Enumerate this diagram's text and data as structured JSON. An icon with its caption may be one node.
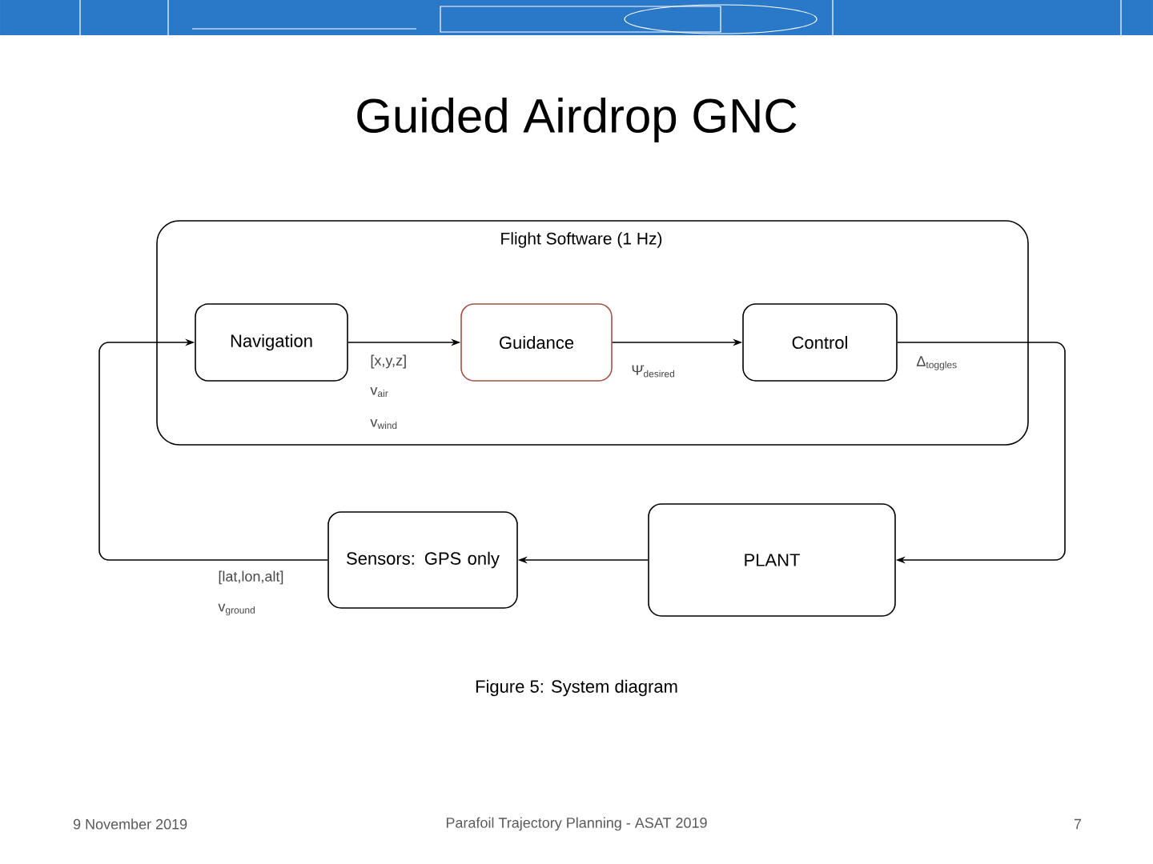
{
  "diagram": {
    "title": "Guided Airdrop GNC",
    "caption": "Figure 5: System diagram",
    "nodes": [
      {
        "text": [
          "Flight Software (1 Hz)"
        ]
      },
      {
        "text": [
          "Navigation"
        ],
        "in": 0
      },
      {
        "text": [
          "Guidance"
        ],
        "in": 0
      },
      {
        "text": [
          "Control"
        ],
        "in": 0
      },
      {
        "text": [
          "Sensors: GPS only"
        ]
      },
      {
        "text": [
          "PLANT"
        ]
      }
    ],
    "edges": [
      {
        "from": 1,
        "to": 2,
        "arrow": "to"
      },
      {
        "from": 2,
        "to": 3,
        "arrow": "to"
      },
      {
        "from": 3,
        "to": 5,
        "arrow": "to"
      },
      {
        "from": 5,
        "to": 4,
        "arrow": "to"
      },
      {
        "from": 4,
        "to": 1,
        "arrow": "to"
      }
    ],
    "labels": [
      "[x,y,z]",
      "v$_{air}$",
      "v$_{wind}$",
      "Ψ̇$_{desired}$",
      "Δ$_{toggles}$",
      "[lat,lon,alt]",
      "v$_{ground}$",
      "9 November 2019",
      "Parafoil Trajectory Planning - ASAT 2019",
      "7"
    ]
  }
}
